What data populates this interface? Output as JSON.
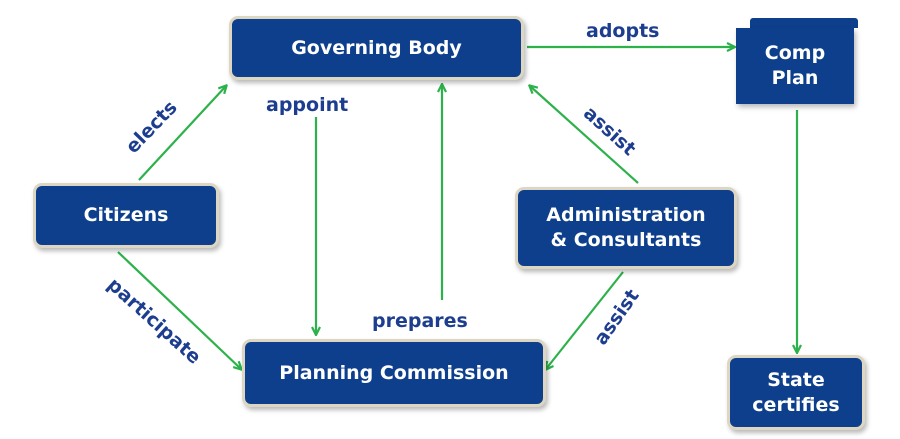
{
  "nodes": {
    "governing_body": "Governing Body",
    "citizens": "Citizens",
    "administration_line1": "Administration",
    "administration_line2": "& Consultants",
    "planning_commission": "Planning Commission",
    "comp_plan_line1": "Comp",
    "comp_plan_line2": "Plan",
    "state_line1": "State",
    "state_line2": "certifies"
  },
  "labels": {
    "adopts": "adopts",
    "appoint": "appoint",
    "elects": "elects",
    "assist_top": "assist",
    "participate": "participate",
    "prepares": "prepares",
    "assist_bottom": "assist"
  },
  "colors": {
    "node_fill": "#0d3f8c",
    "node_border": "#dcd6c2",
    "label_text": "#1d3d8f",
    "arrow": "#2db14a"
  }
}
